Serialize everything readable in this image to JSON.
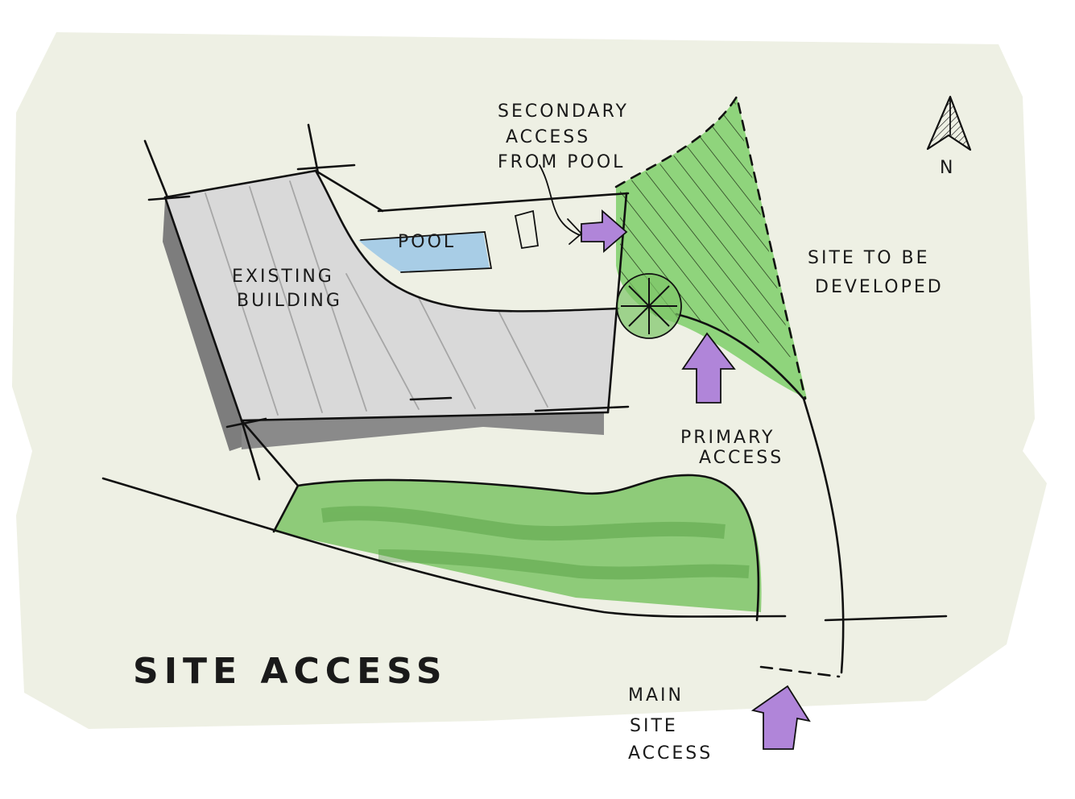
{
  "labels": {
    "secondary_access": [
      "SECONDARY",
      "ACCESS",
      "FROM POOL"
    ],
    "pool": "POOL",
    "existing_building": [
      "EXISTING",
      "BUILDING"
    ],
    "site_to_be_developed": [
      "SITE TO BE",
      "DEVELOPED"
    ],
    "primary_access": [
      "PRIMARY",
      "ACCESS"
    ],
    "main_site_access": [
      "MAIN",
      "SITE",
      "ACCESS"
    ],
    "title": "SITE ACCESS",
    "north": "N"
  },
  "colors": {
    "paper": "#eef0e4",
    "building": "#d9d9d9",
    "building_shadow": "#7d7d7d",
    "pool": "#a8cde6",
    "green_area": "#7cc466",
    "green_site": "#8fd47c",
    "arrow": "#b085d9",
    "ink": "#111111"
  }
}
